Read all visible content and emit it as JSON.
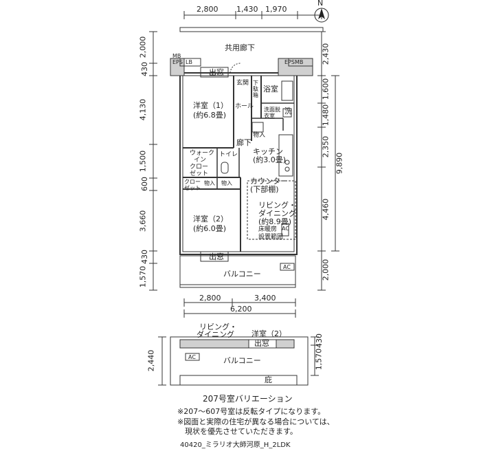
{
  "compass": {
    "north": "N"
  },
  "dims_top": [
    "2,800",
    "1,430",
    "1,970"
  ],
  "dims_bottom": [
    "2,800",
    "3,400"
  ],
  "dims_bottom_total": "6,200",
  "dims_left": [
    "2,000",
    "430",
    "4,130",
    "1,500",
    "600",
    "3,660",
    "430",
    "1,570"
  ],
  "dims_right": [
    "2,430",
    "1,600",
    "1,480",
    "2,350",
    "4,460",
    "2,000"
  ],
  "dims_right_total": "9,890",
  "dims_variation_left": "2,440",
  "dims_variation_right": [
    "430",
    "1,570"
  ],
  "rooms": {
    "corridor": "共用廊下",
    "mb_eps_l_1": "MB",
    "mb_eps_l_2": "EPS",
    "mb_eps_l_3": "LB",
    "eps_mb_r": "EPSMB",
    "window_top": "出窓",
    "genkan": "玄関",
    "geta": "下駄箱",
    "hall": "ホール",
    "bath": "浴室",
    "wash": "洗面脱衣室",
    "washer": "洗",
    "youshitsu1": "洋室（1）",
    "youshitsu1_size": "(約6.8畳)",
    "storage1": "物入",
    "roka": "廊下",
    "kitchen": "キッチン",
    "kitchen_size": "(約3.0畳)",
    "walkin_1": "ウォーク",
    "walkin_2": "イン",
    "walkin_3": "クロー",
    "walkin_4": "ゼット",
    "toilet": "トイレ",
    "closet": "クロー\nゼット",
    "storage2": "物入",
    "storage3": "物入",
    "counter": "カウンター",
    "counter_sub": "(下部棚)",
    "living_1": "リビング・",
    "living_2": "ダイニング",
    "living_size": "(約8.9畳)",
    "floorheat_1": "床暖房",
    "floorheat_2": "設置範囲",
    "ac_indoor": "AC",
    "youshitsu2": "洋室（2）",
    "youshitsu2_size": "(約6.0畳)",
    "window_bottom": "出窓",
    "ac_outdoor": "AC",
    "balcony": "バルコニー"
  },
  "variation": {
    "living_1": "リビング・",
    "living_2": "ダイニング",
    "youshitsu2": "洋室（2）",
    "window": "出窓",
    "ac": "AC",
    "balcony": "バルコニー",
    "eaves": "庇",
    "caption": "207号室バリエーション"
  },
  "notes": [
    "※207～607号室は反転タイプになります。",
    "※図面と実際の住宅が異なる場合については、",
    "　現状を優先させていただきます。"
  ],
  "footer_code": "40420_ミラリオ大師河原_H_2LDK"
}
